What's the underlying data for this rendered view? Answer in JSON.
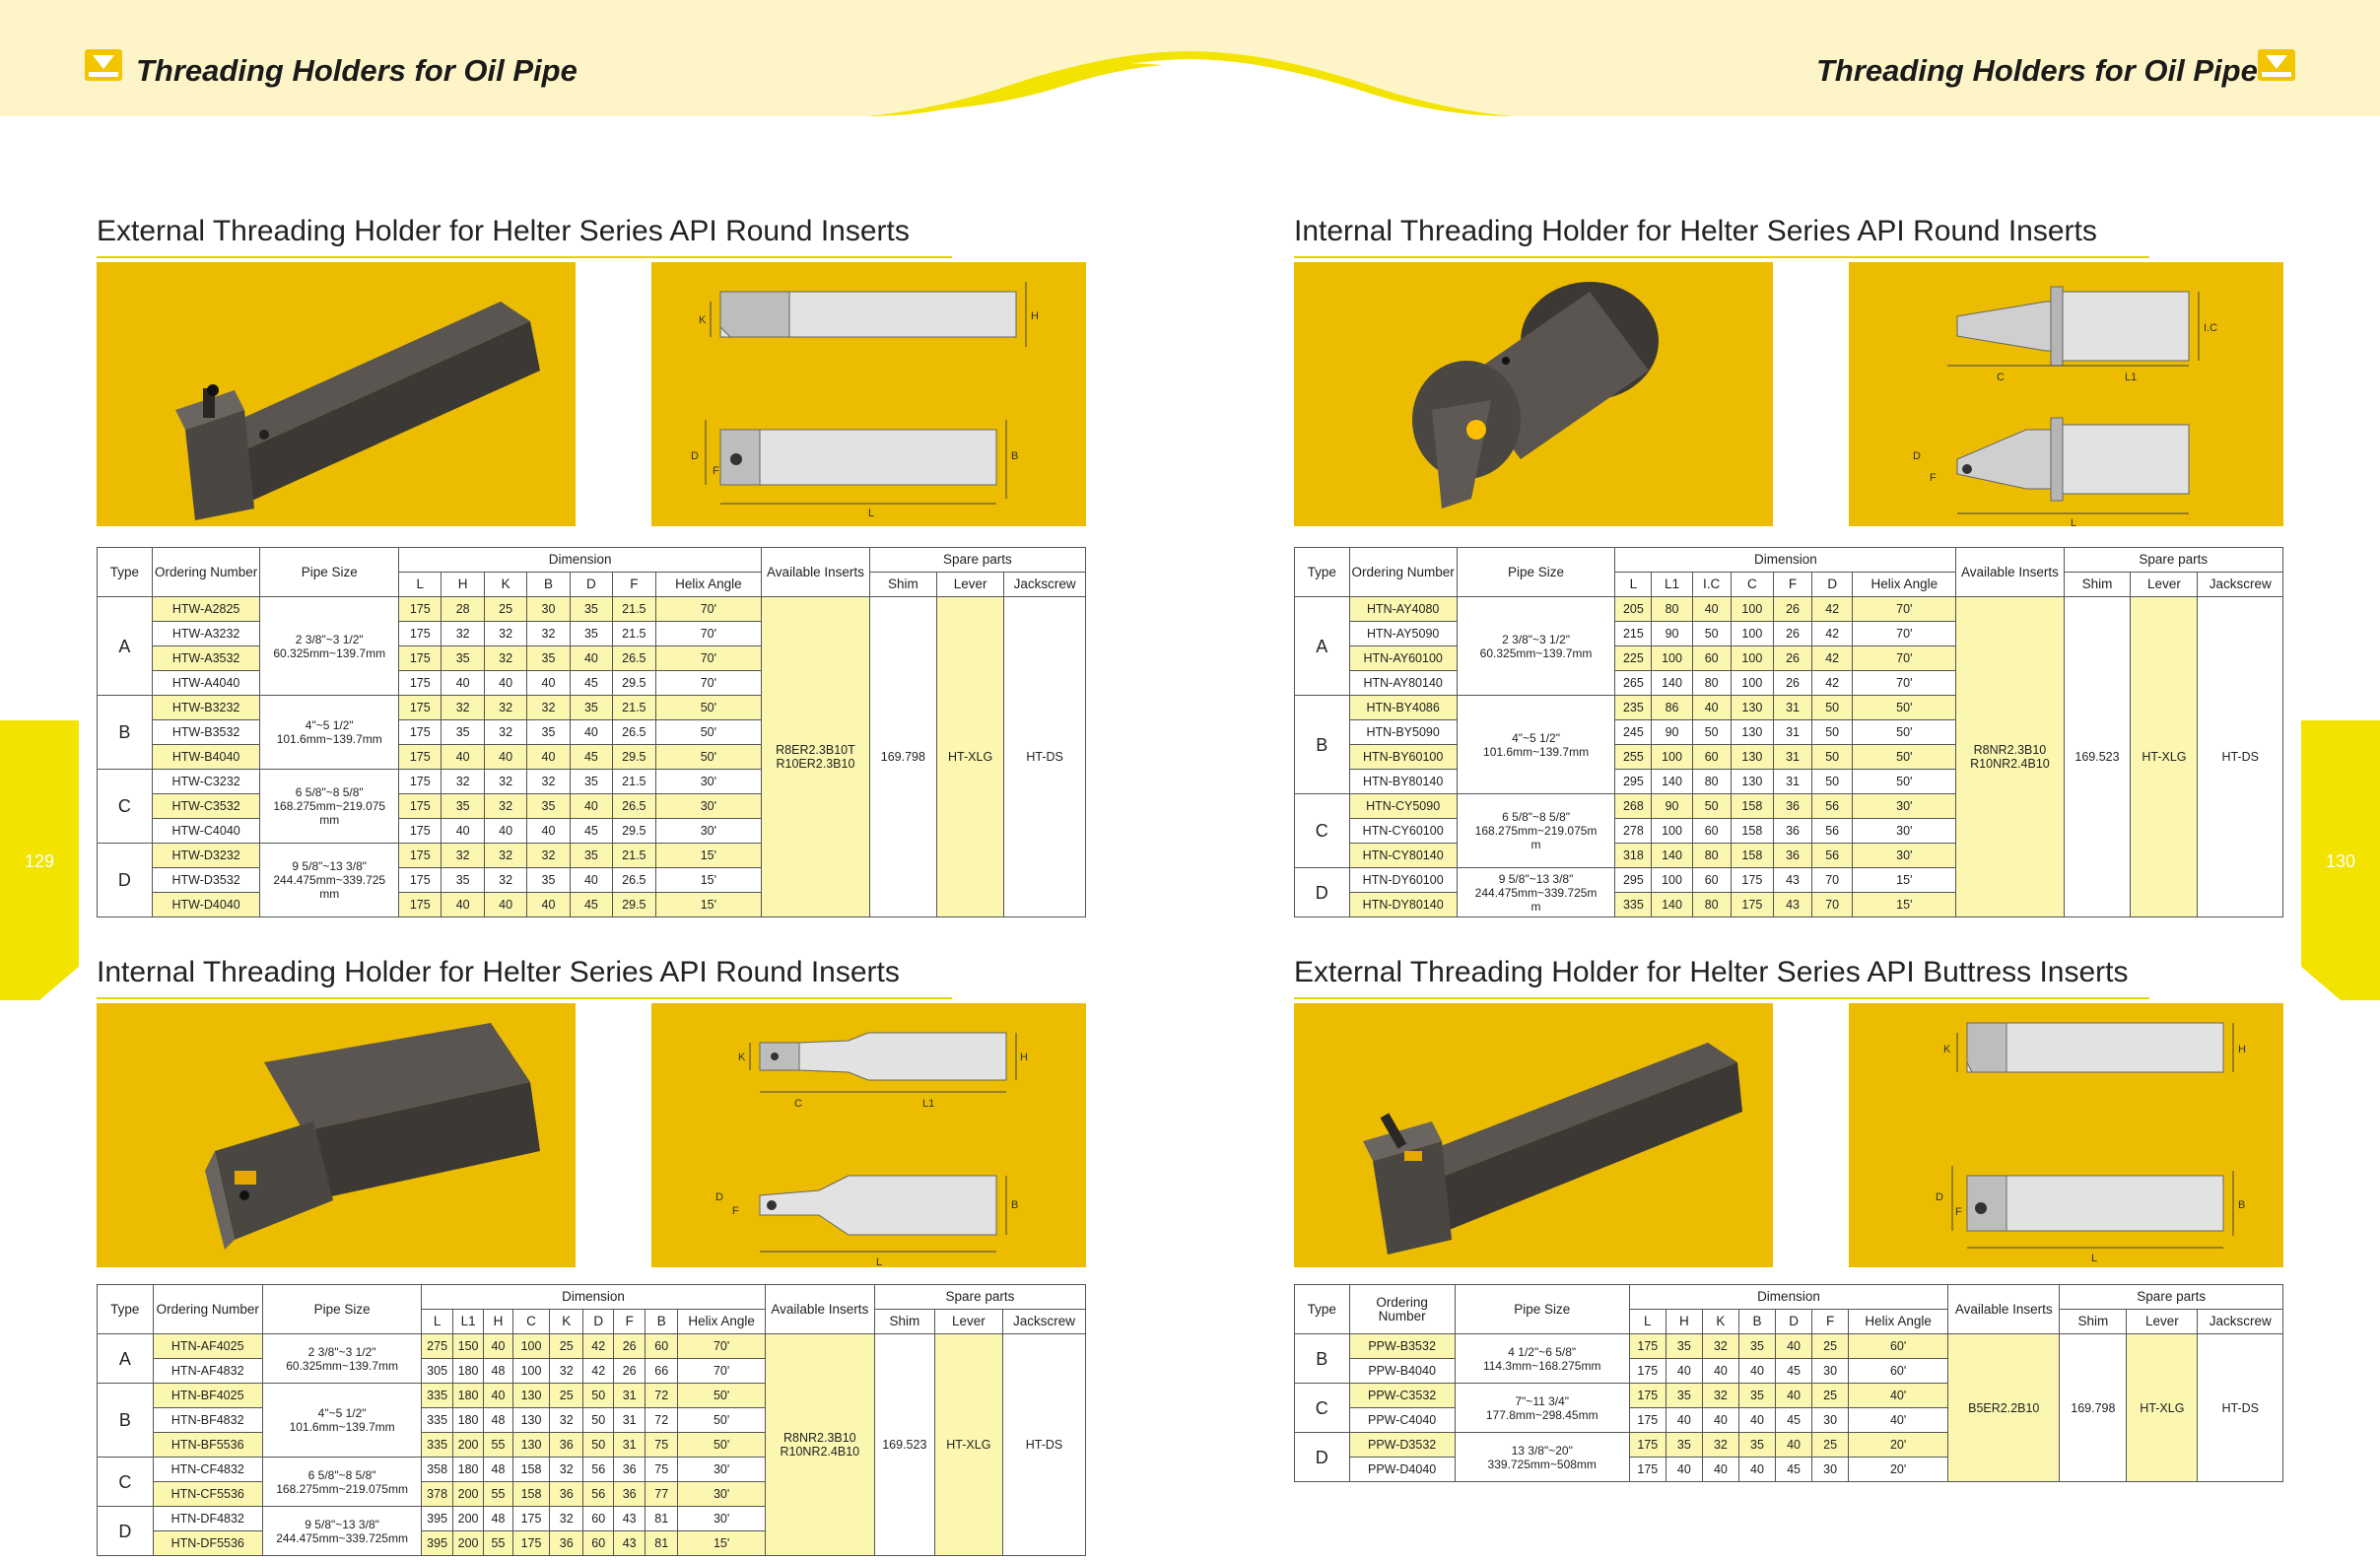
{
  "header": {
    "left_title": "Threading Holders for Oil Pipe",
    "right_title": "Threading Holders for Oil Pipe",
    "logo_icon": "company-logo-icon",
    "accent": "#f2c500",
    "band_color": "#fdf5c8"
  },
  "pages": {
    "left": "129",
    "right": "130"
  },
  "sections": [
    {
      "id": "ext-round",
      "title": "External Threading Holder for Helter Series API Round Inserts",
      "columns": [
        "Type",
        "Ordering Number",
        "Pipe Size",
        "Dimension",
        "L",
        "H",
        "K",
        "B",
        "D",
        "F",
        "Helix Angle",
        "Available Inserts",
        "Spare parts",
        "Shim",
        "Lever",
        "Jackscrew"
      ],
      "groups": [
        {
          "type": "A",
          "pipe": "2 3/8\"~3 1/2\"\n60.325mm~139.7mm",
          "rows": [
            {
              "no": "HTW-A2825",
              "dims": [
                "175",
                "28",
                "25",
                "30",
                "35",
                "21.5",
                "70'"
              ]
            },
            {
              "no": "HTW-A3232",
              "dims": [
                "175",
                "32",
                "32",
                "32",
                "35",
                "21.5",
                "70'"
              ]
            },
            {
              "no": "HTW-A3532",
              "dims": [
                "175",
                "35",
                "32",
                "35",
                "40",
                "26.5",
                "70'"
              ]
            },
            {
              "no": "HTW-A4040",
              "dims": [
                "175",
                "40",
                "40",
                "40",
                "45",
                "29.5",
                "70'"
              ]
            }
          ]
        },
        {
          "type": "B",
          "pipe": "4\"~5 1/2\"\n101.6mm~139.7mm",
          "rows": [
            {
              "no": "HTW-B3232",
              "dims": [
                "175",
                "32",
                "32",
                "32",
                "35",
                "21.5",
                "50'"
              ]
            },
            {
              "no": "HTW-B3532",
              "dims": [
                "175",
                "35",
                "32",
                "35",
                "40",
                "26.5",
                "50'"
              ]
            },
            {
              "no": "HTW-B4040",
              "dims": [
                "175",
                "40",
                "40",
                "40",
                "45",
                "29.5",
                "50'"
              ]
            }
          ]
        },
        {
          "type": "C",
          "pipe": "6 5/8\"~8 5/8\"\n168.275mm~219.075\nmm",
          "rows": [
            {
              "no": "HTW-C3232",
              "dims": [
                "175",
                "32",
                "32",
                "32",
                "35",
                "21.5",
                "30'"
              ]
            },
            {
              "no": "HTW-C3532",
              "dims": [
                "175",
                "35",
                "32",
                "35",
                "40",
                "26.5",
                "30'"
              ]
            },
            {
              "no": "HTW-C4040",
              "dims": [
                "175",
                "40",
                "40",
                "40",
                "45",
                "29.5",
                "30'"
              ]
            }
          ]
        },
        {
          "type": "D",
          "pipe": "9 5/8\"~13 3/8\"\n244.475mm~339.725\nmm",
          "rows": [
            {
              "no": "HTW-D3232",
              "dims": [
                "175",
                "32",
                "32",
                "32",
                "35",
                "21.5",
                "15'"
              ]
            },
            {
              "no": "HTW-D3532",
              "dims": [
                "175",
                "35",
                "32",
                "35",
                "40",
                "26.5",
                "15'"
              ]
            },
            {
              "no": "HTW-D4040",
              "dims": [
                "175",
                "40",
                "40",
                "40",
                "45",
                "29.5",
                "15'"
              ]
            }
          ]
        }
      ],
      "inserts": "R8ER2.3B10T\nR10ER2.3B10",
      "shim": "169.798",
      "lever": "HT-XLG",
      "jackscrew": "HT-DS"
    },
    {
      "id": "int-round-right",
      "title": "Internal Threading Holder for Helter Series API Round Inserts",
      "columns": [
        "Type",
        "Ordering Number",
        "Pipe Size",
        "Dimension",
        "L",
        "L1",
        "I.C",
        "C",
        "F",
        "D",
        "Helix Angle",
        "Available Inserts",
        "Spare parts",
        "Shim",
        "Lever",
        "Jackscrew"
      ],
      "groups": [
        {
          "type": "A",
          "pipe": "2 3/8\"~3 1/2\"\n60.325mm~139.7mm",
          "rows": [
            {
              "no": "HTN-AY4080",
              "dims": [
                "205",
                "80",
                "40",
                "100",
                "26",
                "42",
                "70'"
              ]
            },
            {
              "no": "HTN-AY5090",
              "dims": [
                "215",
                "90",
                "50",
                "100",
                "26",
                "42",
                "70'"
              ]
            },
            {
              "no": "HTN-AY60100",
              "dims": [
                "225",
                "100",
                "60",
                "100",
                "26",
                "42",
                "70'"
              ]
            },
            {
              "no": "HTN-AY80140",
              "dims": [
                "265",
                "140",
                "80",
                "100",
                "26",
                "42",
                "70'"
              ]
            }
          ]
        },
        {
          "type": "B",
          "pipe": "4\"~5 1/2\"\n101.6mm~139.7mm",
          "rows": [
            {
              "no": "HTN-BY4086",
              "dims": [
                "235",
                "86",
                "40",
                "130",
                "31",
                "50",
                "50'"
              ]
            },
            {
              "no": "HTN-BY5090",
              "dims": [
                "245",
                "90",
                "50",
                "130",
                "31",
                "50",
                "50'"
              ]
            },
            {
              "no": "HTN-BY60100",
              "dims": [
                "255",
                "100",
                "60",
                "130",
                "31",
                "50",
                "50'"
              ]
            },
            {
              "no": "HTN-BY80140",
              "dims": [
                "295",
                "140",
                "80",
                "130",
                "31",
                "50",
                "50'"
              ]
            }
          ]
        },
        {
          "type": "C",
          "pipe": "6 5/8\"~8 5/8\"\n168.275mm~219.075m\nm",
          "rows": [
            {
              "no": "HTN-CY5090",
              "dims": [
                "268",
                "90",
                "50",
                "158",
                "36",
                "56",
                "30'"
              ]
            },
            {
              "no": "HTN-CY60100",
              "dims": [
                "278",
                "100",
                "60",
                "158",
                "36",
                "56",
                "30'"
              ]
            },
            {
              "no": "HTN-CY80140",
              "dims": [
                "318",
                "140",
                "80",
                "158",
                "36",
                "56",
                "30'"
              ]
            }
          ]
        },
        {
          "type": "D",
          "pipe": "9 5/8\"~13 3/8\"\n244.475mm~339.725m\nm",
          "rows": [
            {
              "no": "HTN-DY60100",
              "dims": [
                "295",
                "100",
                "60",
                "175",
                "43",
                "70",
                "15'"
              ]
            },
            {
              "no": "HTN-DY80140",
              "dims": [
                "335",
                "140",
                "80",
                "175",
                "43",
                "70",
                "15'"
              ]
            }
          ]
        }
      ],
      "inserts": "R8NR2.3B10\nR10NR2.4B10",
      "shim": "169.523",
      "lever": "HT-XLG",
      "jackscrew": "HT-DS"
    },
    {
      "id": "int-round-left",
      "title": "Internal Threading Holder for Helter Series API Round Inserts",
      "columns": [
        "Type",
        "Ordering Number",
        "Pipe Size",
        "Dimension",
        "L",
        "L1",
        "H",
        "C",
        "K",
        "D",
        "F",
        "B",
        "Helix Angle",
        "Available Inserts",
        "Spare parts",
        "Shim",
        "Lever",
        "Jackscrew"
      ],
      "groups": [
        {
          "type": "A",
          "pipe": "2 3/8\"~3 1/2\"\n60.325mm~139.7mm",
          "rows": [
            {
              "no": "HTN-AF4025",
              "dims": [
                "275",
                "150",
                "40",
                "100",
                "25",
                "42",
                "26",
                "60",
                "70'"
              ]
            },
            {
              "no": "HTN-AF4832",
              "dims": [
                "305",
                "180",
                "48",
                "100",
                "32",
                "42",
                "26",
                "66",
                "70'"
              ]
            }
          ]
        },
        {
          "type": "B",
          "pipe": "4\"~5 1/2\"\n101.6mm~139.7mm",
          "rows": [
            {
              "no": "HTN-BF4025",
              "dims": [
                "335",
                "180",
                "40",
                "130",
                "25",
                "50",
                "31",
                "72",
                "50'"
              ]
            },
            {
              "no": "HTN-BF4832",
              "dims": [
                "335",
                "180",
                "48",
                "130",
                "32",
                "50",
                "31",
                "72",
                "50'"
              ]
            },
            {
              "no": "HTN-BF5536",
              "dims": [
                "335",
                "200",
                "55",
                "130",
                "36",
                "50",
                "31",
                "75",
                "50'"
              ]
            }
          ]
        },
        {
          "type": "C",
          "pipe": "6 5/8\"~8 5/8\"\n168.275mm~219.075mm",
          "rows": [
            {
              "no": "HTN-CF4832",
              "dims": [
                "358",
                "180",
                "48",
                "158",
                "32",
                "56",
                "36",
                "75",
                "30'"
              ]
            },
            {
              "no": "HTN-CF5536",
              "dims": [
                "378",
                "200",
                "55",
                "158",
                "36",
                "56",
                "36",
                "77",
                "30'"
              ]
            }
          ]
        },
        {
          "type": "D",
          "pipe": "9 5/8\"~13 3/8\"\n244.475mm~339.725mm",
          "rows": [
            {
              "no": "HTN-DF4832",
              "dims": [
                "395",
                "200",
                "48",
                "175",
                "32",
                "60",
                "43",
                "81",
                "30'"
              ]
            },
            {
              "no": "HTN-DF5536",
              "dims": [
                "395",
                "200",
                "55",
                "175",
                "36",
                "60",
                "43",
                "81",
                "15'"
              ]
            }
          ]
        }
      ],
      "inserts": "R8NR2.3B10\nR10NR2.4B10",
      "shim": "169.523",
      "lever": "HT-XLG",
      "jackscrew": "HT-DS"
    },
    {
      "id": "ext-buttress",
      "title": "External Threading Holder for Helter Series API Buttress Inserts",
      "columns": [
        "Type",
        "Ordering Number",
        "Pipe Size",
        "Dimension",
        "L",
        "H",
        "K",
        "B",
        "D",
        "F",
        "Helix Angle",
        "Available Inserts",
        "Spare parts",
        "Shim",
        "Lever",
        "Jackscrew"
      ],
      "groups": [
        {
          "type": "B",
          "pipe": "4 1/2\"~6 5/8\"\n114.3mm~168.275mm",
          "rows": [
            {
              "no": "PPW-B3532",
              "dims": [
                "175",
                "35",
                "32",
                "35",
                "40",
                "25",
                "60'"
              ]
            },
            {
              "no": "PPW-B4040",
              "dims": [
                "175",
                "40",
                "40",
                "40",
                "45",
                "30",
                "60'"
              ]
            }
          ]
        },
        {
          "type": "C",
          "pipe": "7\"~11 3/4\"\n177.8mm~298.45mm",
          "rows": [
            {
              "no": "PPW-C3532",
              "dims": [
                "175",
                "35",
                "32",
                "35",
                "40",
                "25",
                "40'"
              ]
            },
            {
              "no": "PPW-C4040",
              "dims": [
                "175",
                "40",
                "40",
                "40",
                "45",
                "30",
                "40'"
              ]
            }
          ]
        },
        {
          "type": "D",
          "pipe": "13 3/8\"~20\"\n339.725mm~508mm",
          "rows": [
            {
              "no": "PPW-D3532",
              "dims": [
                "175",
                "35",
                "32",
                "35",
                "40",
                "25",
                "20'"
              ]
            },
            {
              "no": "PPW-D4040",
              "dims": [
                "175",
                "40",
                "40",
                "40",
                "45",
                "30",
                "20'"
              ]
            }
          ]
        }
      ],
      "inserts": "B5ER2.2B10",
      "shim": "169.798",
      "lever": "HT-XLG",
      "jackscrew": "HT-DS"
    }
  ],
  "drawing_labels": {
    "ext": [
      "K",
      "H",
      "D",
      "F",
      "B",
      "L"
    ],
    "int_right": [
      "I.C",
      "C",
      "L1",
      "D",
      "F",
      "L"
    ],
    "int_left": [
      "K",
      "H",
      "C",
      "L1",
      "D",
      "F",
      "B",
      "L"
    ]
  }
}
